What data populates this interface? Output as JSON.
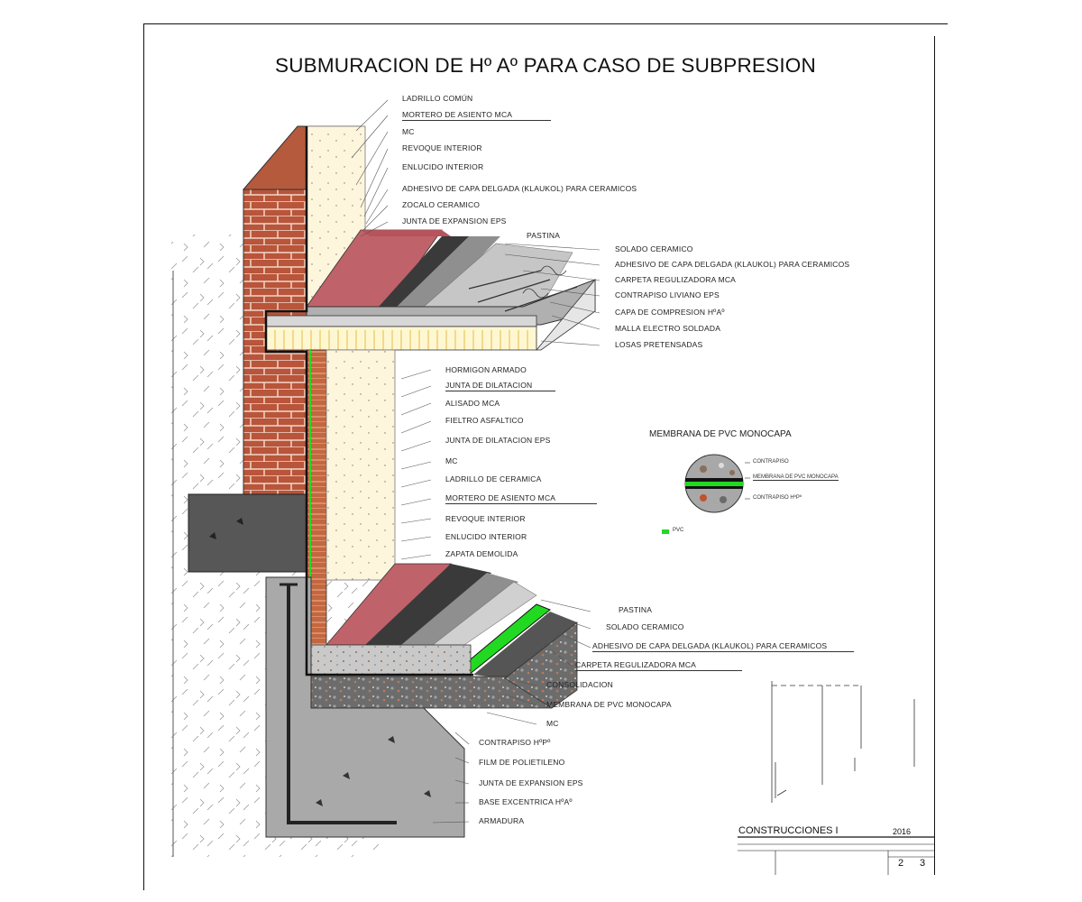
{
  "title": "SUBMURACION DE Hº Aº PARA CASO DE SUBPRESION",
  "labels_upper_wall": [
    "LADRILLO COMÚN",
    "MORTERO DE ASIENTO MCA",
    "MC",
    "REVOQUE INTERIOR",
    "ENLUCIDO INTERIOR",
    "ADHESIVO DE CAPA DELGADA (KLAUKOL) PARA CERAMICOS",
    "ZOCALO CERAMICO",
    "JUNTA DE EXPANSION EPS",
    "PASTINA"
  ],
  "labels_upper_floor": [
    "SOLADO CERAMICO",
    "ADHESIVO DE CAPA DELGADA (KLAUKOL) PARA CERAMICOS",
    "CARPETA REGULIZADORA MCA",
    "CONTRAPISO LIVIANO EPS",
    "CAPA DE COMPRESION HºAº",
    "MALLA ELECTRO SOLDADA",
    "LOSAS PRETENSADAS"
  ],
  "labels_lower_wall": [
    "HORMIGON ARMADO",
    "JUNTA DE DILATACION",
    "ALISADO MCA",
    "FIELTRO ASFALTICO",
    "JUNTA DE DILATACION EPS",
    "MC",
    "LADRILLO DE CERAMICA",
    "MORTERO DE ASIENTO MCA",
    "REVOQUE INTERIOR",
    "ENLUCIDO INTERIOR",
    "ZAPATA DEMOLIDA"
  ],
  "labels_lower_floor": [
    "PASTINA",
    "SOLADO CERAMICO",
    "ADHESIVO DE CAPA DELGADA (KLAUKOL) PARA CERAMICOS",
    "CARPETA REGULIZADORA MCA",
    "CONSOLIDACION",
    "MEMBRANA DE PVC MONOCAPA",
    "MC",
    "CONTRAPISO HºPº",
    "FILM DE POLIETILENO",
    "JUNTA DE EXPANSION EPS",
    "BASE EXCENTRICA HºAº",
    "ARMADURA"
  ],
  "membrane": {
    "title": "MEMBRANA DE PVC MONOCAPA",
    "labels": [
      "CONTRAPISO",
      "MEMBRANA DE PVC MONOCAPA",
      "CONTRAPISO HºPº"
    ],
    "legend_item": "PVC"
  },
  "title_block": {
    "course": "CONSTRUCCIONES I",
    "year": "2016",
    "sheet": "2",
    "total": "3"
  },
  "colors": {
    "brick": "#b8553a",
    "insulation": "#fdf6dc",
    "concrete": "#555555",
    "tile": "#c0626a",
    "membrane": "#22d922"
  }
}
